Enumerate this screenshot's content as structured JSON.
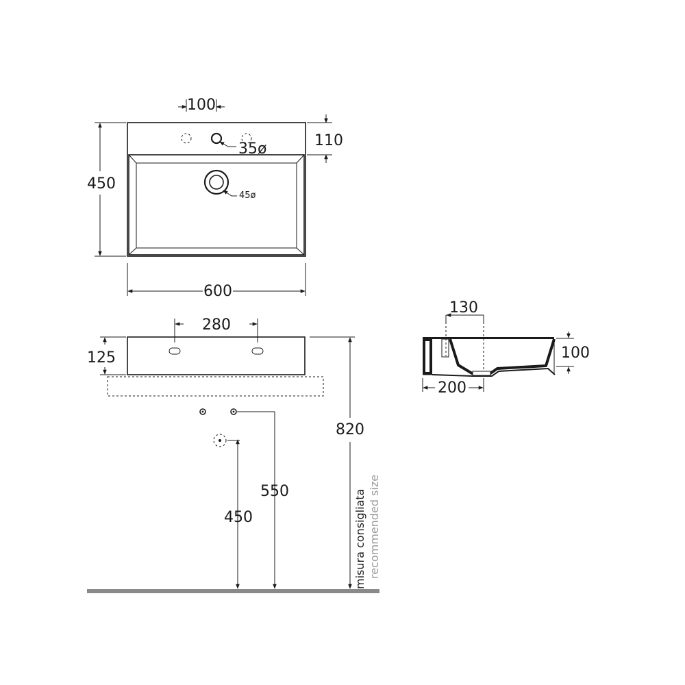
{
  "top_view": {
    "width_label": "600",
    "depth_label": "450",
    "tap_spacing_label": "100",
    "tap_zone_label": "110",
    "tap_hole_label": "35ø",
    "drain_label": "45ø"
  },
  "front_view": {
    "tap_spacing_label": "280",
    "height_label": "125",
    "mount_height_label": "820",
    "recommended_it": "misura consigliata",
    "recommended_en": "recommended size",
    "water_supply_label": "550",
    "waste_label": "450"
  },
  "side_view": {
    "offset_label": "130",
    "depth_label": "200",
    "height_label": "100"
  },
  "colors": {
    "line": "#1a1a1a",
    "floor": "#8a8a8a",
    "secondary_text": "#9a9a9a"
  }
}
